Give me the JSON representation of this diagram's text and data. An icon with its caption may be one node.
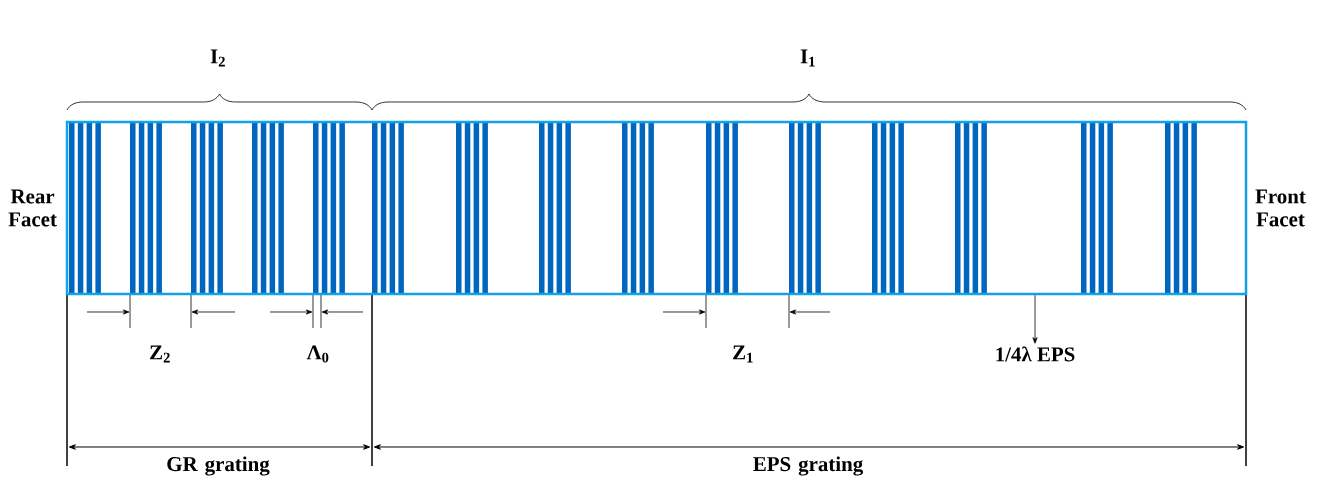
{
  "diagram": {
    "nodes": [
      {
        "text": [
          "1/4λ EPS"
        ]
      },
      {
        "text": [],
        "shape": "box",
        "beside": [
          "Rear Facet",
          "Front Facet"
        ]
      }
    ],
    "edges": [
      {
        "from": 1,
        "to": 0,
        "arrow": "to"
      }
    ],
    "labels": [
      "I$_{2}$",
      "I$_{1}$",
      "Z$_{2}$",
      "Λ$_{0}$",
      "Z$_{1}$",
      "GR grating",
      "EPS grating"
    ]
  }
}
